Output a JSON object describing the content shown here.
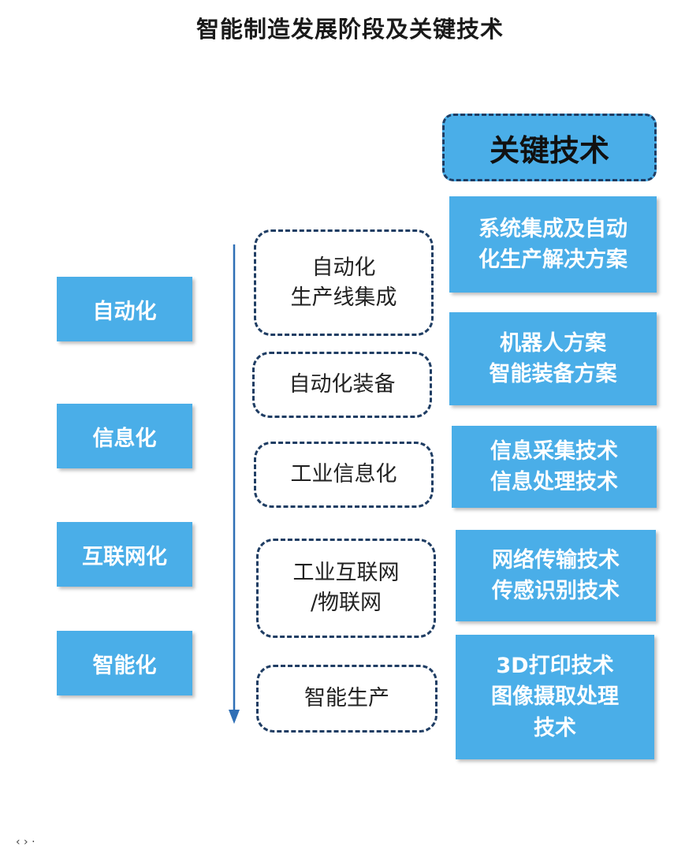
{
  "title": "智能制造发展阶段及关键技术",
  "key_tech_header": "关键技术",
  "stages": [
    "自动化",
    "信息化",
    "互联网化",
    "智能化"
  ],
  "processes": [
    {
      "lines": [
        "自动化",
        "生产线集成"
      ]
    },
    {
      "lines": [
        "自动化装备"
      ]
    },
    {
      "lines": [
        "工业信息化"
      ]
    },
    {
      "lines": [
        "工业互联网",
        "/物联网"
      ]
    },
    {
      "lines": [
        "智能生产"
      ]
    }
  ],
  "technologies": [
    {
      "lines": [
        "系统集成及自动",
        "化生产解决方案"
      ]
    },
    {
      "lines": [
        "机器人方案",
        "智能装备方案"
      ]
    },
    {
      "lines": [
        "信息采集技术",
        "信息处理技术"
      ]
    },
    {
      "lines": [
        "网络传输技术",
        "传感识别技术"
      ]
    },
    {
      "lines": [
        "3D打印技术",
        "图像摄取处理",
        "技术"
      ]
    }
  ],
  "footer_mark": "‹ › ·",
  "colors": {
    "box_fill": "#4aaee8",
    "dashed_border": "#1f3d63",
    "arrow": "#2f6fb6"
  }
}
